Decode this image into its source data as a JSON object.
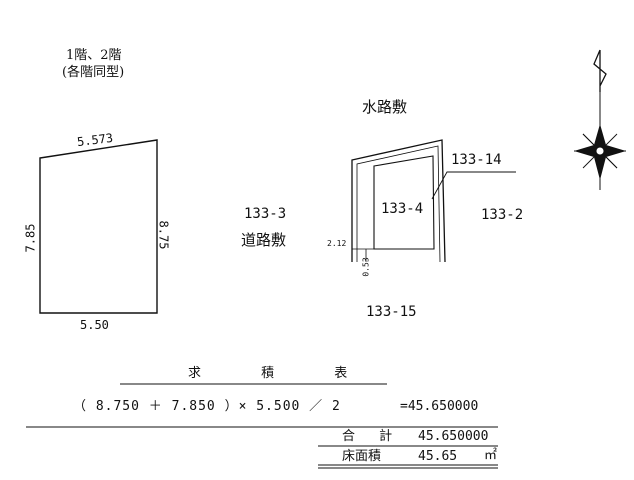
{
  "colors": {
    "ink": "#111111",
    "background": "#ffffff"
  },
  "header": {
    "floors": "1階、2階",
    "floors_note": "(各階同型)"
  },
  "floor_plan": {
    "top_edge": "5.573",
    "left_edge": "7.85",
    "right_edge": "8.75",
    "bottom_edge": "5.50"
  },
  "site_map": {
    "waterway": "水路敷",
    "lot_west": "133-3",
    "road": "道路敷",
    "lot_main": "133-4",
    "lot_east": "133-2",
    "lot_corner": "133-14",
    "lot_south": "133-15",
    "dim_width": "2.12",
    "dim_offset": "0.53"
  },
  "compass": {
    "icon": "north-arrow-icon"
  },
  "area_table": {
    "title": "求 積 表",
    "formula": "（ 8.750 ＋ 7.850 ）× 5.500 ／ 2",
    "formula_result": "=45.650000",
    "total_label": "合 計",
    "total_value": "45.650000",
    "floor_area_label": "床面積",
    "floor_area_value": "45.65",
    "floor_area_unit": "㎡"
  }
}
